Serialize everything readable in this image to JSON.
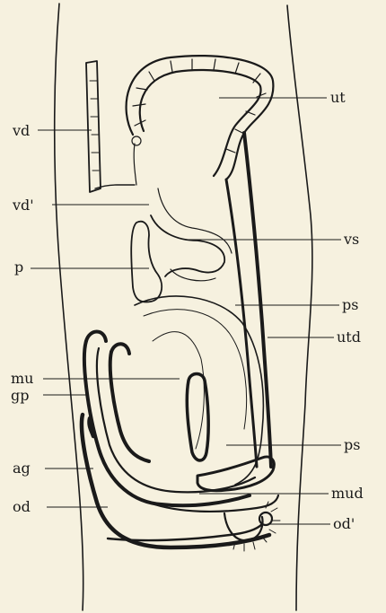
{
  "labels": {
    "vd": "vd",
    "vd_prime": "vd'",
    "p": "p",
    "mu": "mu",
    "gp": "gp",
    "ag": "ag",
    "od": "od",
    "ut": "ut",
    "vs": "vs",
    "ps_upper": "ps",
    "utd": "utd",
    "ps_lower": "ps",
    "mud": "mud",
    "od_prime": "od'"
  },
  "colors": {
    "paper": "#f6f1df",
    "ink": "#1a1a1a"
  }
}
